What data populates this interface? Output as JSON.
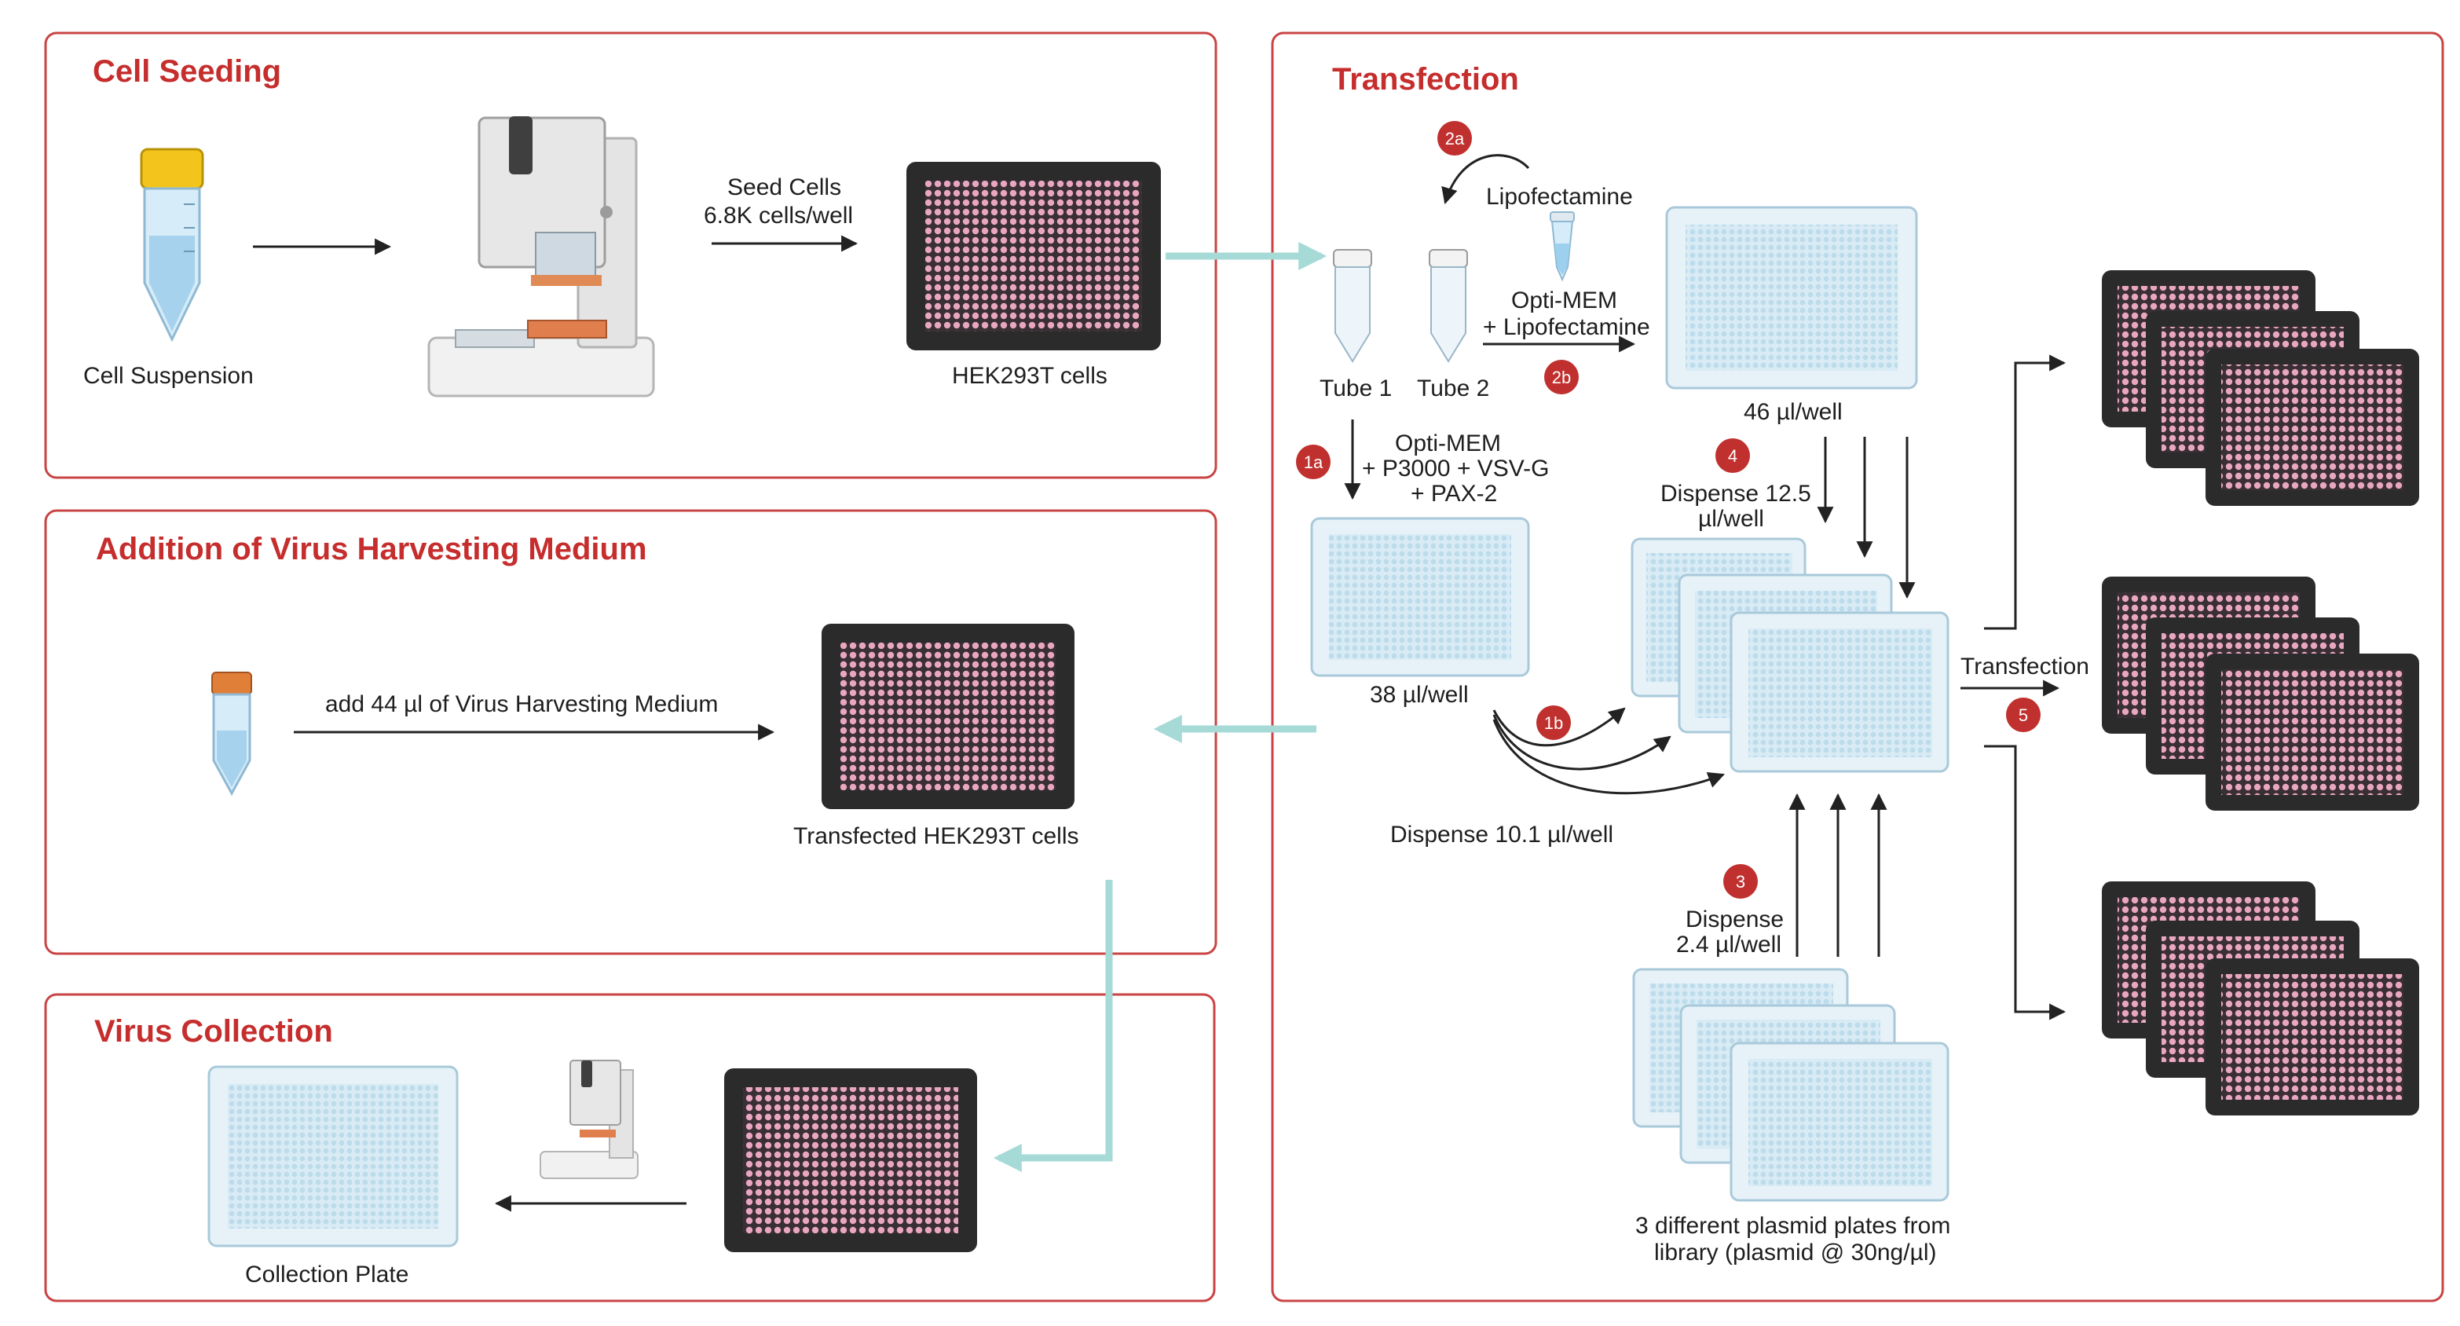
{
  "panels": {
    "cell_seeding": "Cell Seeding",
    "transfection": "Transfection",
    "addition": "Addition of Virus Harvesting Medium",
    "collection": "Virus Collection"
  },
  "labels": {
    "cell_suspension": "Cell Suspension",
    "seed_cells_1": "Seed Cells",
    "seed_cells_2": "6.8K cells/well",
    "hek": "HEK293T cells",
    "add_medium": "add 44 µl of Virus Harvesting Medium",
    "transfected": "Transfected HEK293T cells",
    "collection_plate": "Collection Plate",
    "lipofectamine": "Lipofectamine",
    "optimem_lipo_1": "Opti-MEM",
    "optimem_lipo_2": "+ Lipofectamine",
    "tube1": "Tube 1",
    "tube2": "Tube 2",
    "vol46": "46 µl/well",
    "mix_1": "Opti-MEM",
    "mix_2": "+ P3000 + VSV-G",
    "mix_3": "+ PAX-2",
    "vol38": "38 µl/well",
    "dispense125_1": "Dispense 12.5",
    "dispense125_2": "µl/well",
    "dispense101": "Dispense 10.1 µl/well",
    "dispense24_1": "Dispense",
    "dispense24_2": "2.4  µl/well",
    "plasmid_1": "3 different plasmid plates from",
    "plasmid_2": "library (plasmid @ 30ng/µl)",
    "transfection_step": "Transfection"
  },
  "badges": {
    "b1a": "1a",
    "b1b": "1b",
    "b2a": "2a",
    "b2b": "2b",
    "b3": "3",
    "b4": "4",
    "b5": "5"
  },
  "colors": {
    "title_red": "#c62d2d",
    "box_border": "#c94444",
    "badge_red": "#c0302e",
    "flow_arrow": "#a6dad6",
    "plate_dark": "#2b2b2b",
    "well_pink": "#e8a7bf",
    "plate_light": "#e6f2f8",
    "well_blue": "#bcdcec"
  }
}
